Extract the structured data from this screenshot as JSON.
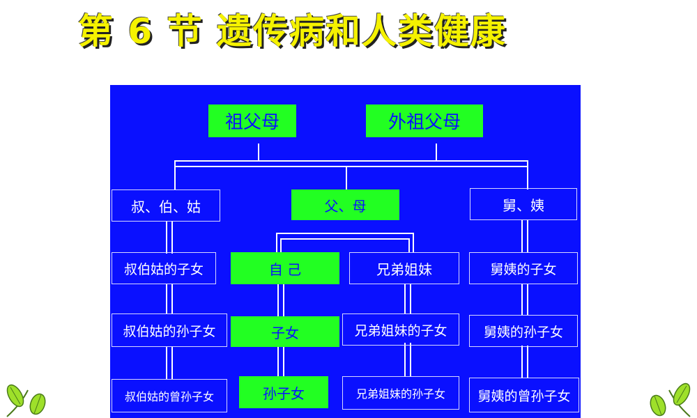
{
  "title": "第 6 节  遗传病和人类健康",
  "chart": {
    "grandparents_paternal": "祖父母",
    "grandparents_maternal": "外祖父母",
    "uncles_aunts_paternal": "叔、伯、姑",
    "parents": "父、母",
    "uncles_aunts_maternal": "舅、姨",
    "cousins_paternal": "叔伯姑的子女",
    "self": "自 己",
    "siblings": "兄弟姐妹",
    "cousins_maternal": "舅姨的子女",
    "cousins_paternal_grandchildren": "叔伯姑的孙子女",
    "children": "子女",
    "siblings_children": "兄弟姐妹的子女",
    "cousins_maternal_grandchildren": "舅姨的孙子女",
    "cousins_paternal_great_grandchildren": "叔伯姑的曾孙子女",
    "grandchildren": "孙子女",
    "siblings_grandchildren": "兄弟姐妹的孙子女",
    "cousins_maternal_great_grandchildren": "舅姨的曾孙子女"
  },
  "colors": {
    "panel": "#0a10ff",
    "highlight_box": "#22ff22",
    "title": "#f5f200"
  }
}
